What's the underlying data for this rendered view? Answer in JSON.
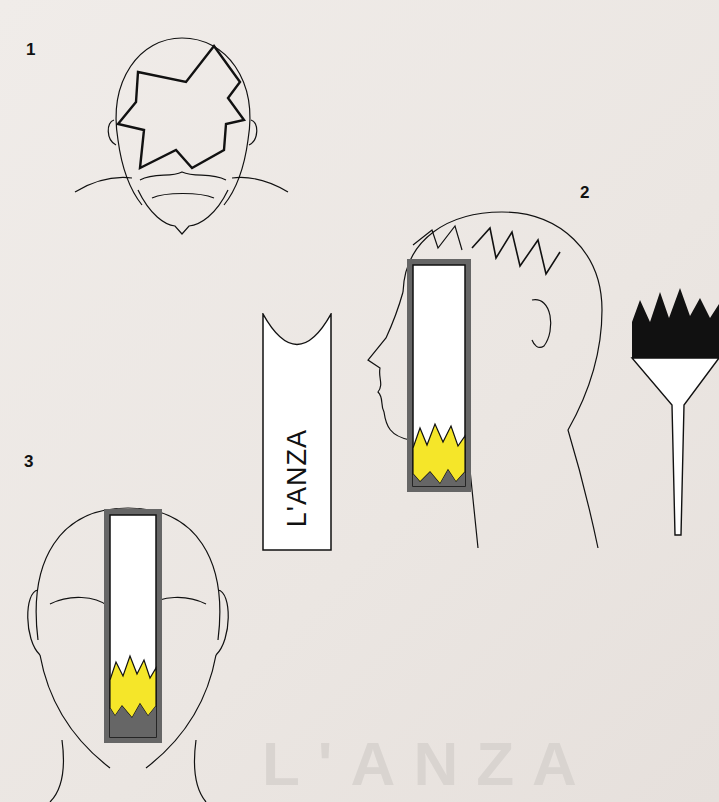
{
  "diagram": {
    "nodes": [
      {
        "text": [
          "L'ANZA"
        ]
      }
    ],
    "labels": [
      "1",
      "2",
      "3",
      "L'ANZA"
    ]
  }
}
